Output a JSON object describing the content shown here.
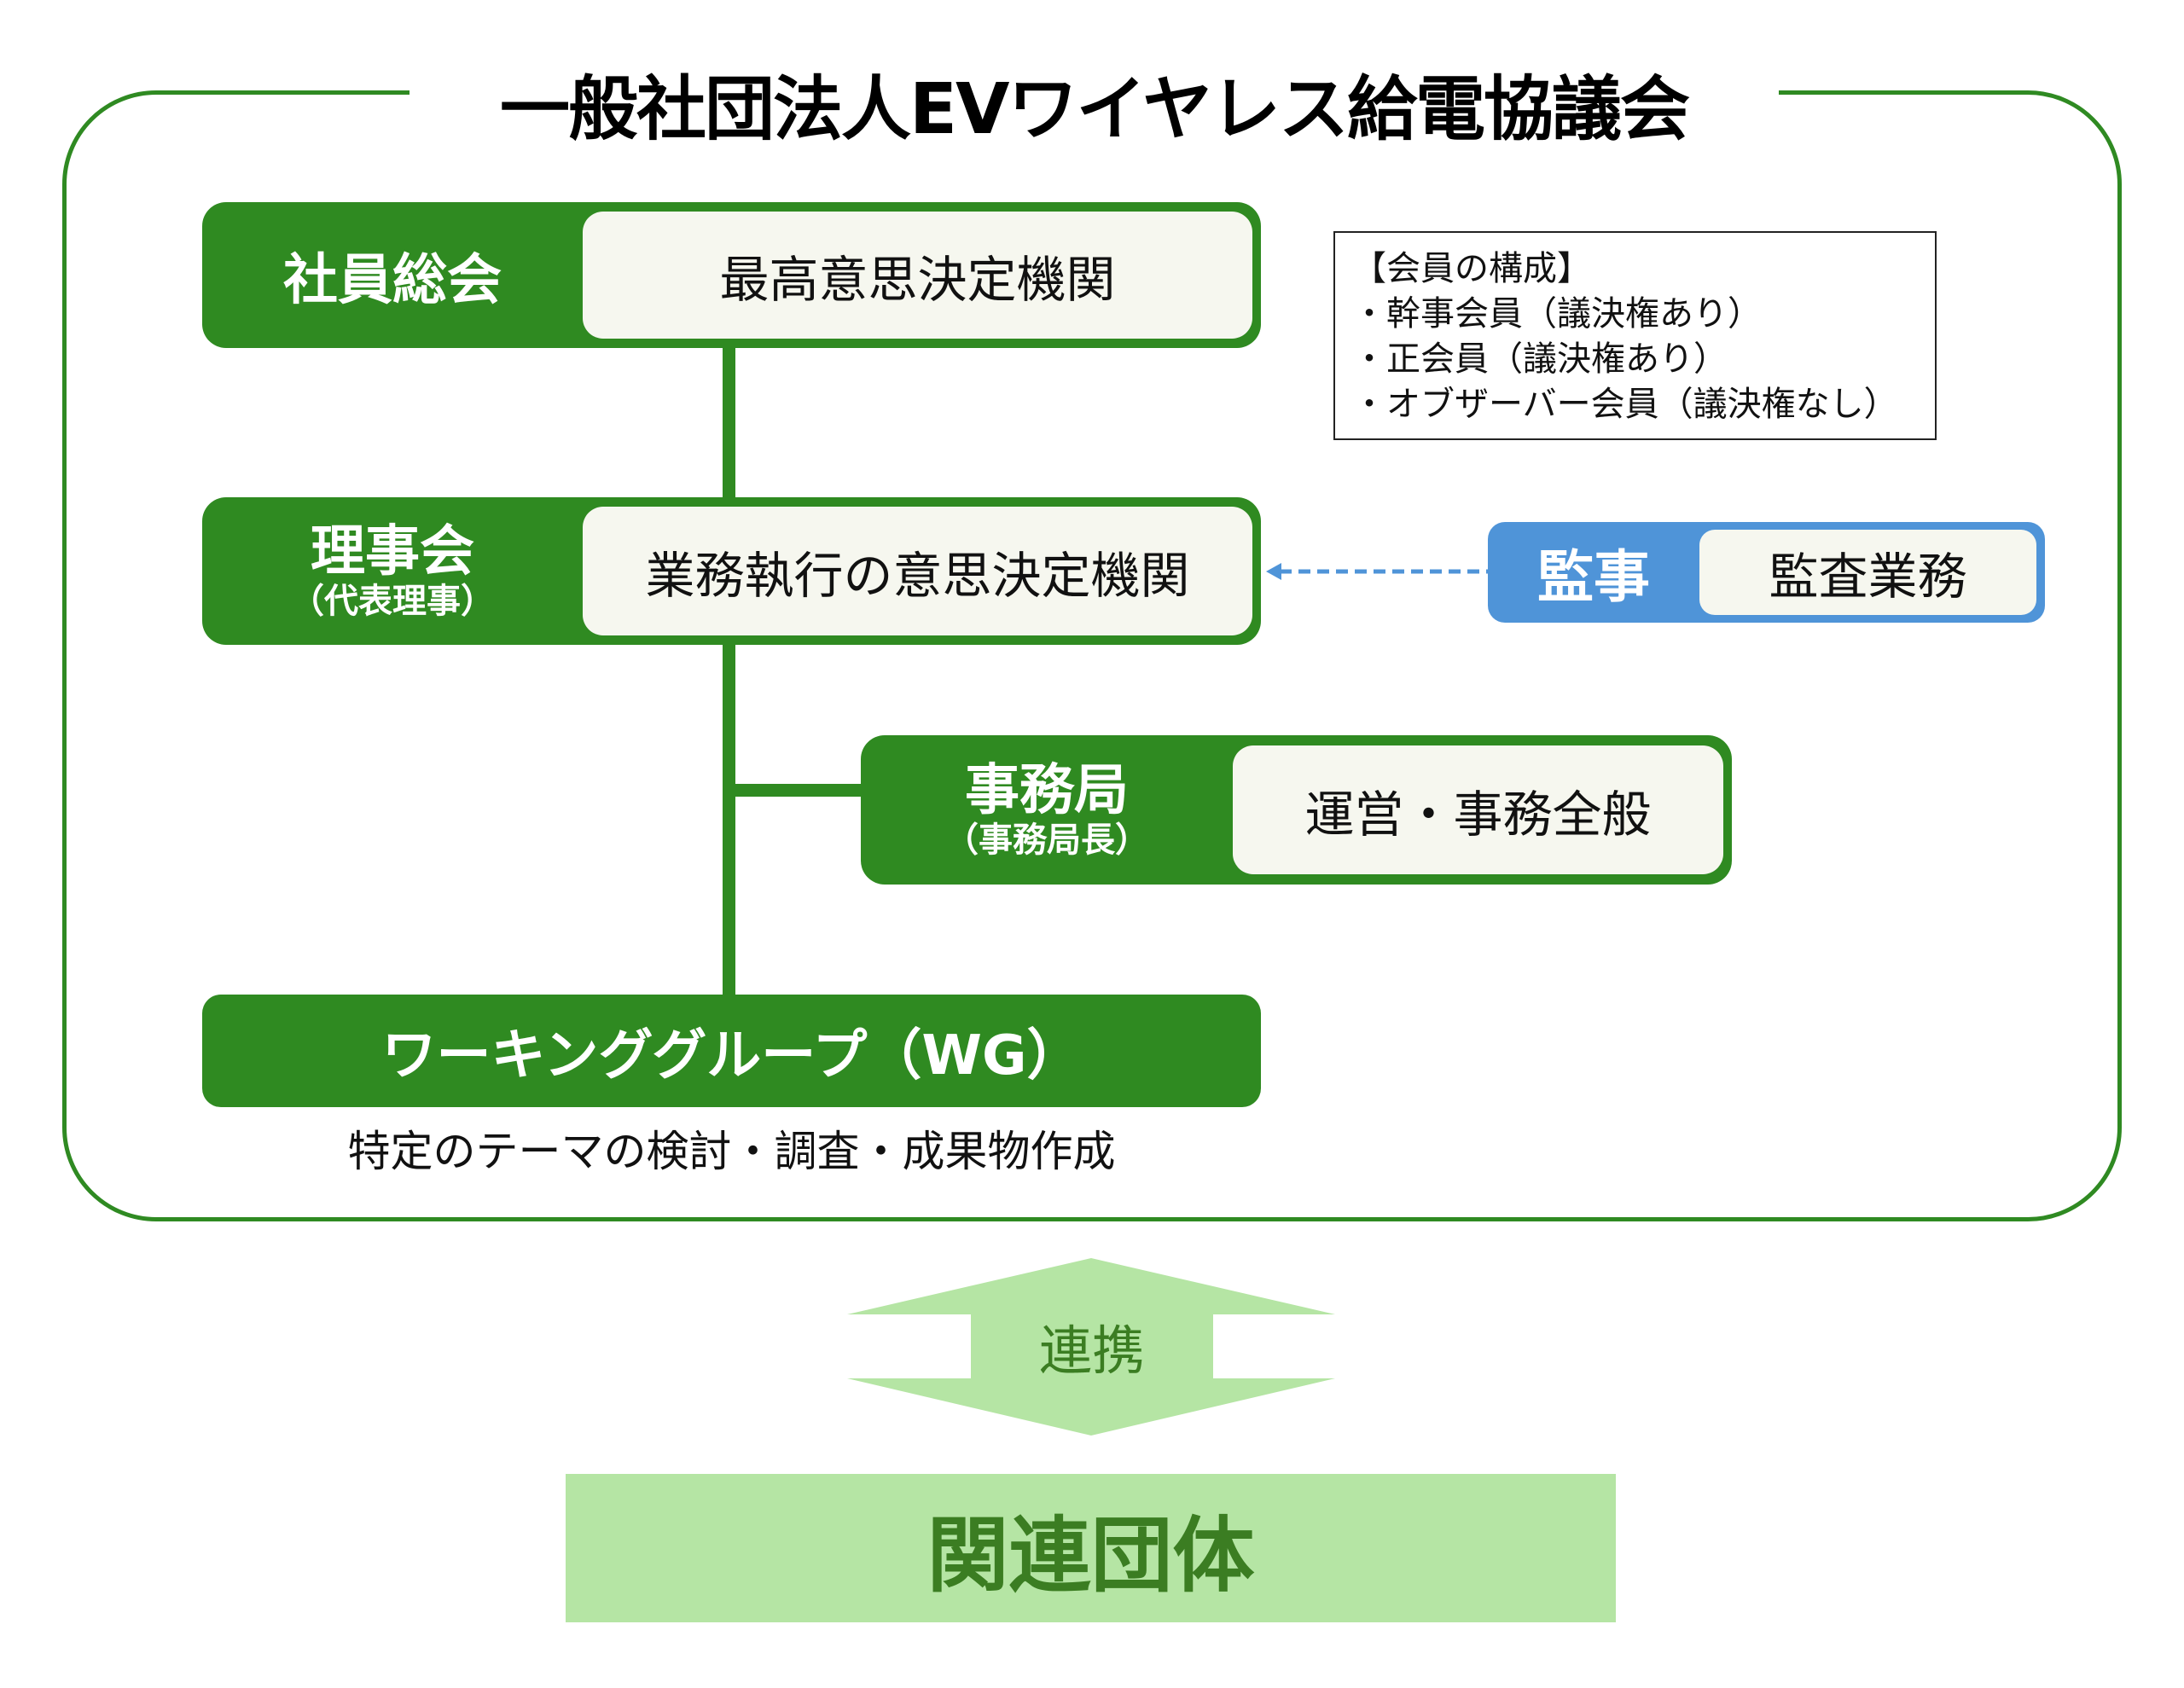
{
  "title": "一般社団法人EVワイヤレス給電協議会",
  "colors": {
    "primary_green": "#2f8a21",
    "auditor_blue": "#4f94d8",
    "cream": "#f6f7ef",
    "light_green": "#b5e5a4",
    "dark_green_text": "#3b7d22"
  },
  "nodes": {
    "general_meeting": {
      "name": "社員総会",
      "sub": "",
      "role": "最高意思決定機関"
    },
    "board": {
      "name": "理事会",
      "sub": "（代表理事）",
      "role": "業務執行の意思決定機関"
    },
    "auditor": {
      "name": "監事",
      "role": "監査業務"
    },
    "secretariat": {
      "name": "事務局",
      "sub": "（事務局長）",
      "role": "運営・事務全般"
    },
    "working_group": {
      "name": "ワーキンググループ（WG）",
      "caption": "特定のテーマの検討・調査・成果物作成"
    }
  },
  "members_note": {
    "heading": "【会員の構成】",
    "items": [
      "・幹事会員（議決権あり）",
      "・正会員（議決権あり）",
      "・オブザーバー会員（議決権なし）"
    ]
  },
  "collaboration": {
    "arrow_label": "連携",
    "partner": "関連団体"
  }
}
